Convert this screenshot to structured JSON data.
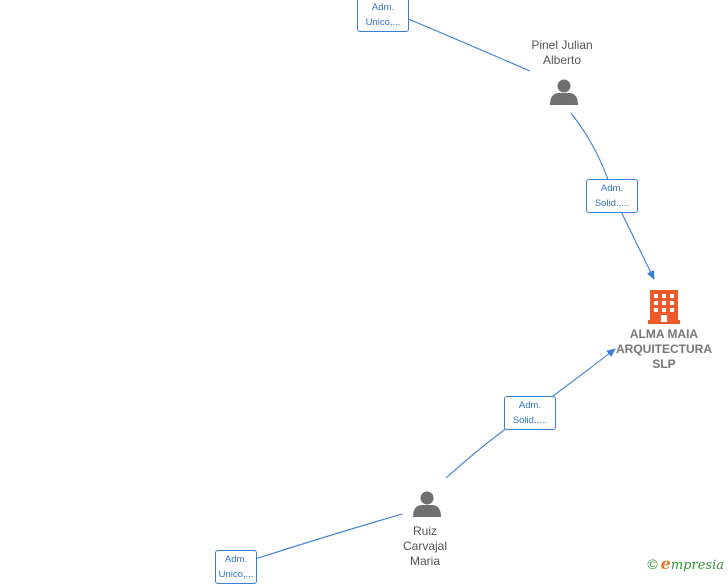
{
  "nodes": {
    "person_top": {
      "name": "Pinel Julian\nAlberto"
    },
    "company": {
      "name": "ALMA MAIA\nARQUITECTURA\nSLP"
    },
    "person_bottom": {
      "name": "Ruiz\nCarvajal\nMaria"
    }
  },
  "edges": {
    "top_cut": "Adm.\nUnico,...",
    "top_to_company": "Adm.\nSolid.,...",
    "bottom_to_company": "Adm.\nSolid.,...",
    "bottom_cut": "Adm.\nUnico,..."
  },
  "footer": {
    "copyright_symbol": "©",
    "brand_initial": "e",
    "brand_rest": "mpresia"
  },
  "colors": {
    "edge": "#3b7fd4",
    "person": "#707070",
    "company": "#ee5a2a",
    "brand": "#3a8f3a"
  },
  "icons": {
    "person": "person-icon",
    "company": "building-icon"
  }
}
